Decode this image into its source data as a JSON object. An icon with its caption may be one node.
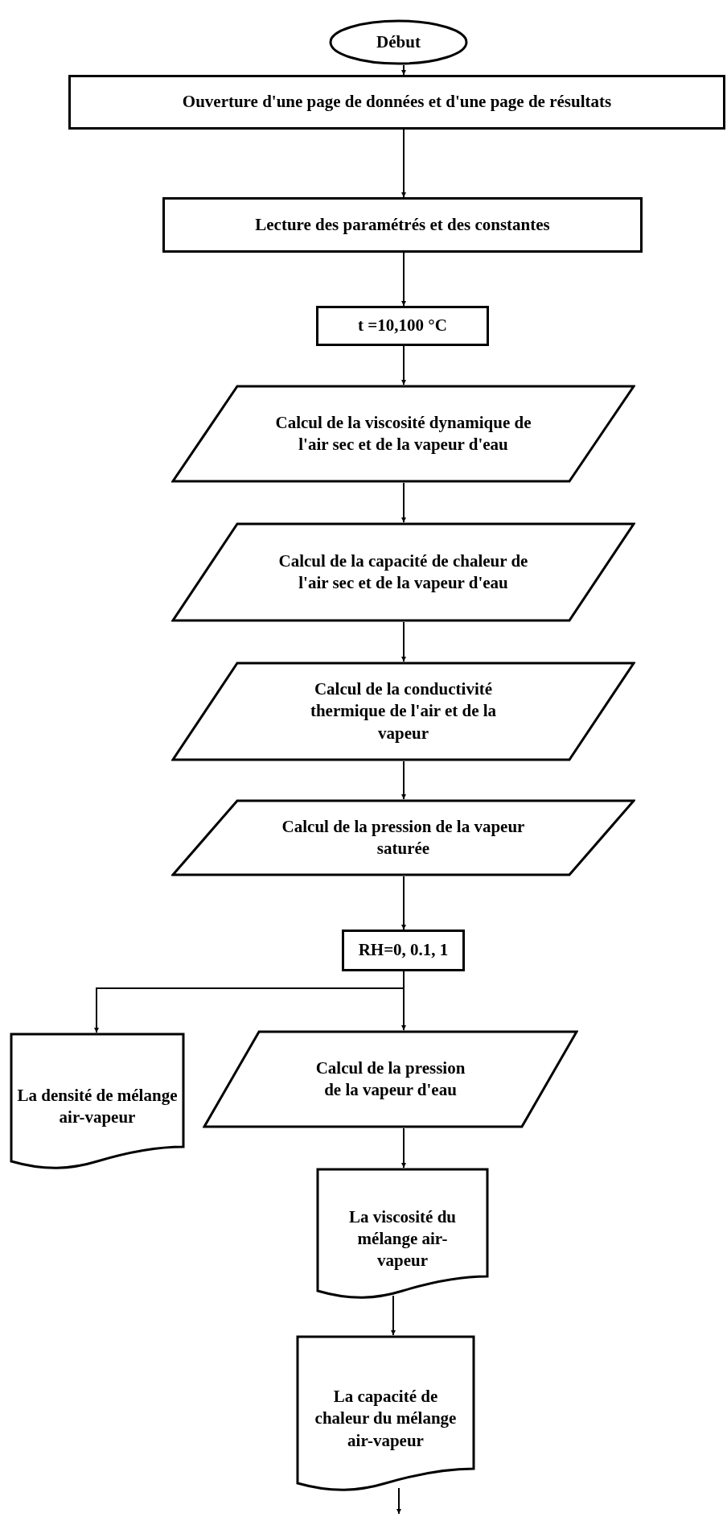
{
  "diagram": {
    "nodes": [
      {
        "text": [
          "Début"
        ]
      },
      {
        "text": [
          "Ouverture d'une page de données et d'une page de résultats"
        ]
      },
      {
        "text": [
          "Lecture des paramétrés et des constantes"
        ]
      },
      {
        "text": [
          "t =10,100 °C"
        ]
      },
      {
        "text": [
          "Calcul de la viscosité dynamique de l'air sec et de la vapeur d'eau"
        ]
      },
      {
        "text": [
          "Calcul de la  capacité de chaleur de l'air sec et de la vapeur  d'eau"
        ]
      },
      {
        "text": [
          "Calcul de  la conductivité  thermique de  l'air et de la vapeur"
        ]
      },
      {
        "text": [
          "Calcul de la pression de la vapeur saturée"
        ]
      },
      {
        "text": [
          "RH=0,  0.1,  1"
        ]
      },
      {
        "text": [
          "La densité de mélange air-vapeur"
        ]
      },
      {
        "text": [
          "Calcul de la pression de la vapeur d'eau"
        ]
      },
      {
        "text": [
          "La viscosité du mélange air-vapeur"
        ]
      },
      {
        "text": [
          "La capacité de chaleur du mélange air-vapeur"
        ]
      }
    ],
    "edges": [
      {
        "from": 0,
        "to": 1,
        "arrow": "to"
      },
      {
        "from": 1,
        "to": 2,
        "arrow": "to"
      },
      {
        "from": 2,
        "to": 3,
        "arrow": "to"
      },
      {
        "from": 3,
        "to": 4,
        "arrow": "to"
      },
      {
        "from": 4,
        "to": 5,
        "arrow": "to"
      },
      {
        "from": 5,
        "to": 6,
        "arrow": "to"
      },
      {
        "from": 6,
        "to": 7,
        "arrow": "to"
      },
      {
        "from": 7,
        "to": 8,
        "arrow": "to"
      },
      {
        "from": 8,
        "to": 9,
        "arrow": "to"
      },
      {
        "from": 8,
        "to": 10,
        "arrow": "to"
      },
      {
        "from": 10,
        "to": 11,
        "arrow": "to"
      },
      {
        "from": 11,
        "to": 12,
        "arrow": "to"
      },
      {
        "from": 12,
        "to": null,
        "arrow": "to"
      }
    ]
  }
}
